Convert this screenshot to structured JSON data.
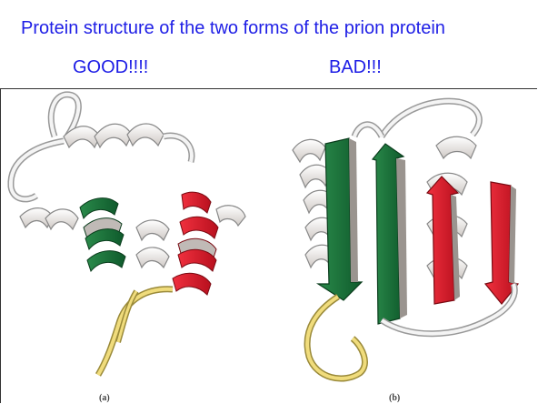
{
  "slide": {
    "title": "Protein structure of the two forms of the prion protein",
    "good_label": "GOOD!!!!",
    "bad_label": "BAD!!!",
    "caption_a": "(a)",
    "caption_b": "(b)"
  },
  "colors": {
    "title_text": "#1e1ee6",
    "helix_white": "#f2f2f2",
    "helix_shade": "#b8b0ac",
    "green": "#1b6e3a",
    "red": "#e0202f",
    "loop_yellow": "#f0dc7c"
  }
}
